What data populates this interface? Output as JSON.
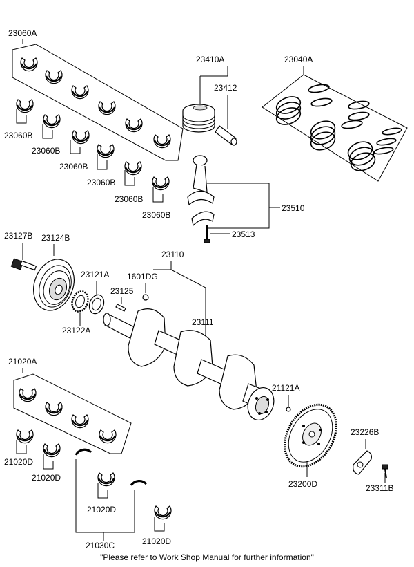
{
  "labels": {
    "main_bearing_upper_set": "23060A",
    "main_bearing_upper_1": "23060B",
    "main_bearing_upper_2": "23060B",
    "main_bearing_upper_3": "23060B",
    "main_bearing_upper_4": "23060B",
    "main_bearing_upper_5": "23060B",
    "main_bearing_upper_6": "23060B",
    "piston_assy": "23410A",
    "piston_pin": "23412",
    "ring_set": "23040A",
    "connecting_rod": "23510",
    "rod_bolt": "23513",
    "pulley_bolt": "23127B",
    "damper_pulley": "23124B",
    "sprocket_ring": "23121A",
    "key": "23125",
    "sprocket": "23122A",
    "crankshaft": "23110",
    "pin_1601": "1601DG",
    "crankshaft_body": "23111",
    "dowel_pin": "21121A",
    "lower_bearing_set": "21020A",
    "lower_bearing_1": "21020D",
    "lower_bearing_2": "21020D",
    "lower_bearing_3": "21020D",
    "lower_bearing_4": "21020D",
    "thrust_washer": "21030C",
    "flywheel": "23200D",
    "adapter_plate": "23226B",
    "flywheel_bolt": "23311B"
  },
  "footer_note": "\"Please refer to Work Shop Manual for further information\""
}
